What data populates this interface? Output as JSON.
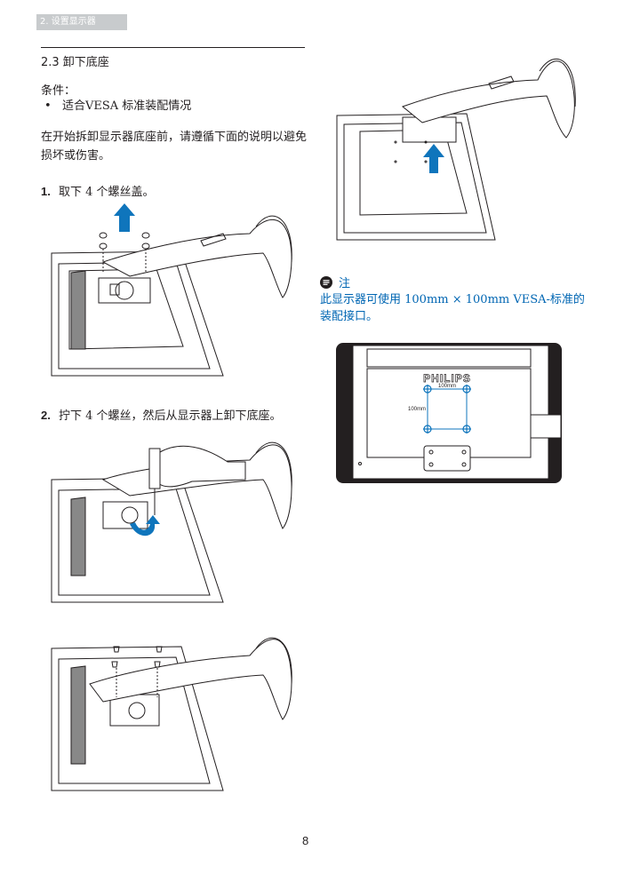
{
  "header": {
    "chapter_tab": "2. 设置显示器"
  },
  "section": {
    "title": "2.3 卸下底座"
  },
  "conditions": {
    "label": "条件：",
    "bullet": "•",
    "item": "适合VESA 标准装配情况"
  },
  "intro": "在开始拆卸显示器底座前，请遵循下面的说明以避免损坏或伤害。",
  "steps": [
    {
      "number": "1.",
      "text": "取下 4 个螺丝盖。"
    },
    {
      "number": "2.",
      "text": "拧下 4 个螺丝，然后从显示器上卸下底座。"
    }
  ],
  "note": {
    "icon": "note-icon",
    "title": "注",
    "text": "此显示器可使用 100mm × 100mm VESA-标准的装配接口。"
  },
  "vesa_diagram": {
    "logo": "PHILIPS",
    "horizontal_label": "100mm",
    "vertical_label": "100mm",
    "accent_color": "#0f75bc"
  },
  "footer": {
    "page_number": "8"
  }
}
